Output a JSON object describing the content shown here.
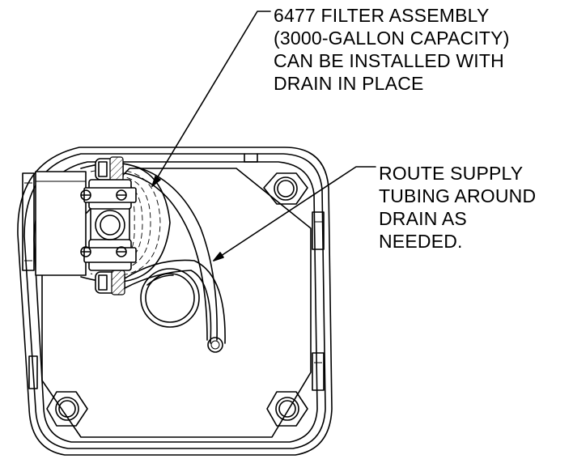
{
  "callouts": {
    "filter_assembly": {
      "lines": [
        "6477 FILTER ASSEMBLY",
        "(3000-GALLON CAPACITY)",
        "CAN BE INSTALLED WITH",
        "DRAIN IN PLACE"
      ]
    },
    "supply_tubing": {
      "lines": [
        "ROUTE SUPPLY",
        "TUBING AROUND",
        "DRAIN AS",
        "NEEDED."
      ]
    }
  }
}
